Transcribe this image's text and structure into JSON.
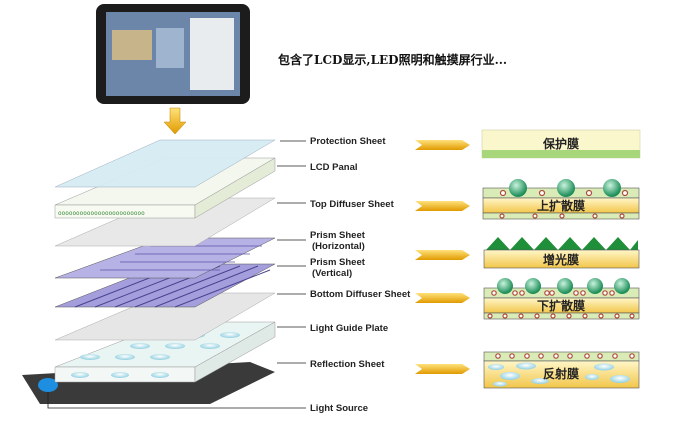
{
  "caption": "包含了LCD显示,LED照明和触摸屏行业...",
  "layers": [
    {
      "label": "Protection Sheet"
    },
    {
      "label": "LCD Panal"
    },
    {
      "label": "Top Diffuser Sheet"
    },
    {
      "label": "Prism Sheet",
      "sub": "(Horizontal)"
    },
    {
      "label": "Prism Sheet",
      "sub": "(Vertical)"
    },
    {
      "label": "Bottom Diffuser Sheet"
    },
    {
      "label": "Light Guide Plate"
    },
    {
      "label": "Reflection Sheet"
    },
    {
      "label": "Light Source"
    }
  ],
  "films": [
    {
      "label": "保护膜"
    },
    {
      "label": "上扩散膜"
    },
    {
      "label": "增光膜"
    },
    {
      "label": "下扩散膜"
    },
    {
      "label": "反射膜"
    }
  ],
  "colors": {
    "arrow": "#f0b400",
    "film_base": "#f7d36a",
    "film_green": "#d9ecb8",
    "prism": "#7f78c8"
  }
}
